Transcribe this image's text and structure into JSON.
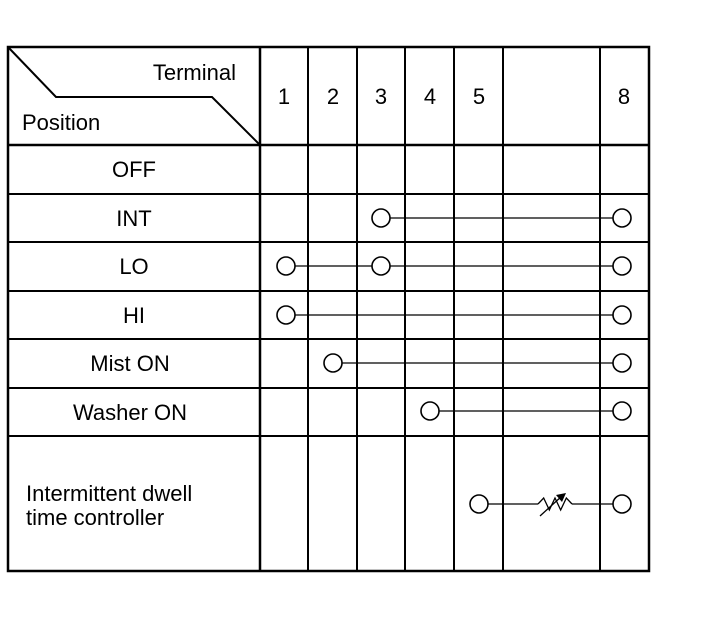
{
  "header": {
    "terminal_label": "Terminal",
    "position_label": "Position",
    "terminals": [
      "1",
      "2",
      "3",
      "4",
      "5",
      "8"
    ]
  },
  "rows": [
    {
      "label": "OFF",
      "connected": []
    },
    {
      "label": "INT",
      "connected": [
        "3",
        "8"
      ]
    },
    {
      "label": "LO",
      "connected": [
        "1",
        "3",
        "8"
      ]
    },
    {
      "label": "HI",
      "connected": [
        "1",
        "8"
      ]
    },
    {
      "label": "Mist ON",
      "connected": [
        "2",
        "8"
      ]
    },
    {
      "label": "Washer ON",
      "connected": [
        "4",
        "8"
      ]
    },
    {
      "label_lines": [
        "Intermittent dwell",
        "time controller"
      ],
      "connected": [
        "5",
        "8"
      ],
      "component": "variable-resistor-icon"
    }
  ]
}
